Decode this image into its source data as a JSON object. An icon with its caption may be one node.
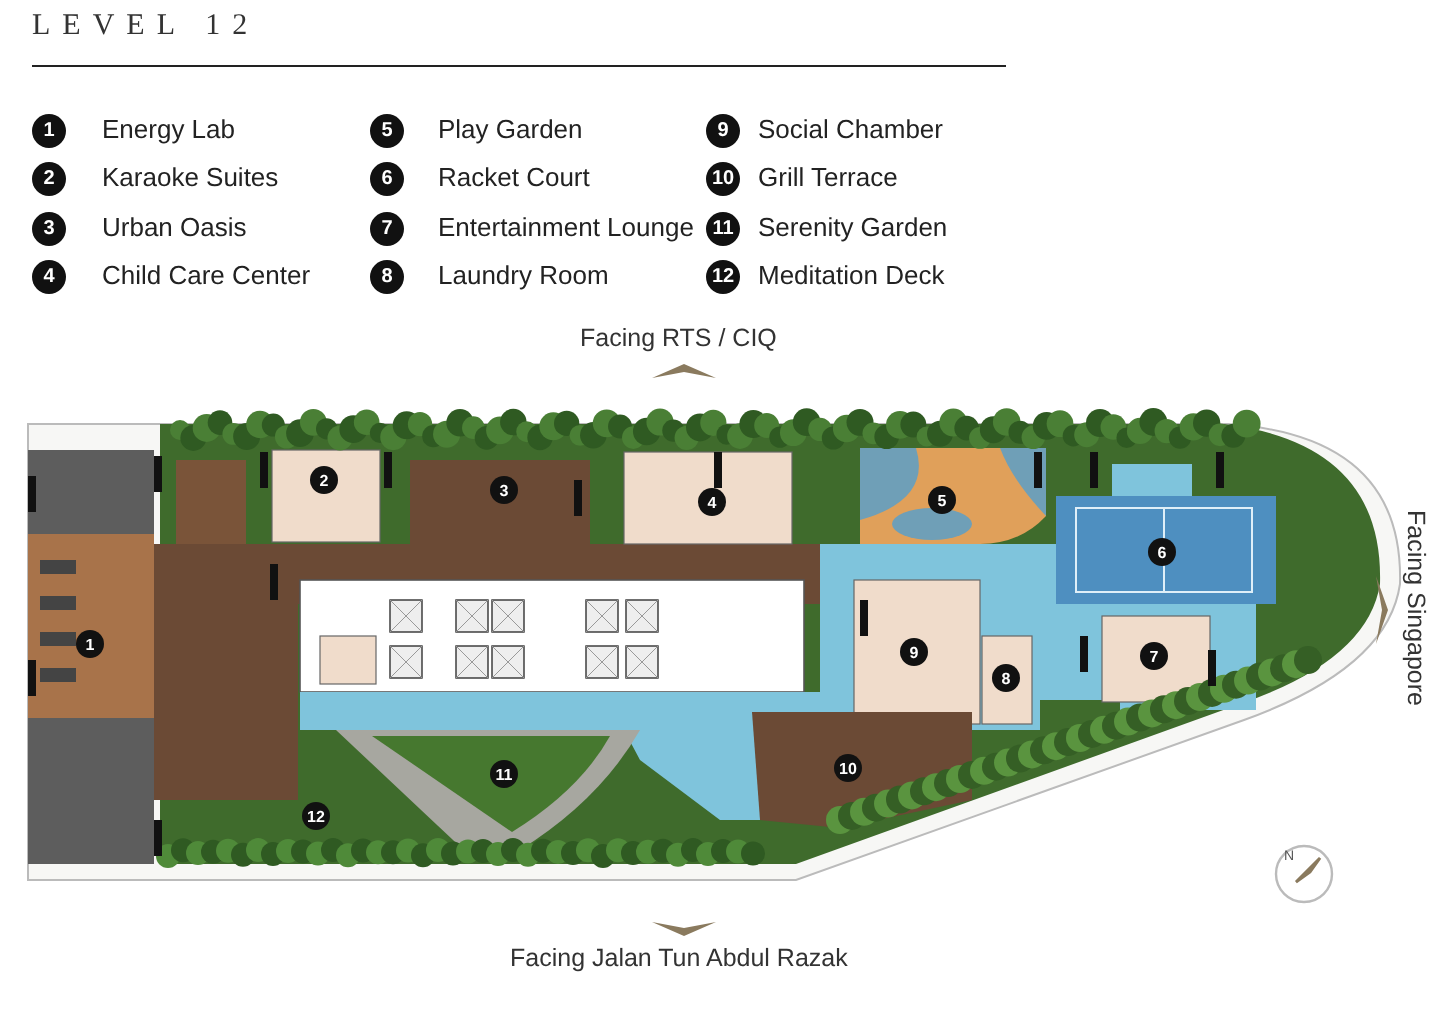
{
  "diagram": {
    "title": "LEVEL 12",
    "labels": [
      "1",
      "Energy Lab",
      "5",
      "Play Garden",
      "9",
      "Social Chamber",
      "2",
      "Karaoke Suites",
      "6",
      "Racket Court",
      "10",
      "Grill Terrace",
      "3",
      "Urban Oasis",
      "7",
      "Entertainment Lounge",
      "11",
      "Serenity Garden",
      "4",
      "Child Care Center",
      "8",
      "Laundry Room",
      "12",
      "Meditation Deck",
      "Facing RTS / CIQ",
      "Facing Singapore",
      "Facing Jalan Tun Abdul Razak",
      "N",
      "1",
      "2",
      "3",
      "4",
      "5",
      "6",
      "7",
      "8",
      "9",
      "10",
      "11",
      "12"
    ]
  }
}
